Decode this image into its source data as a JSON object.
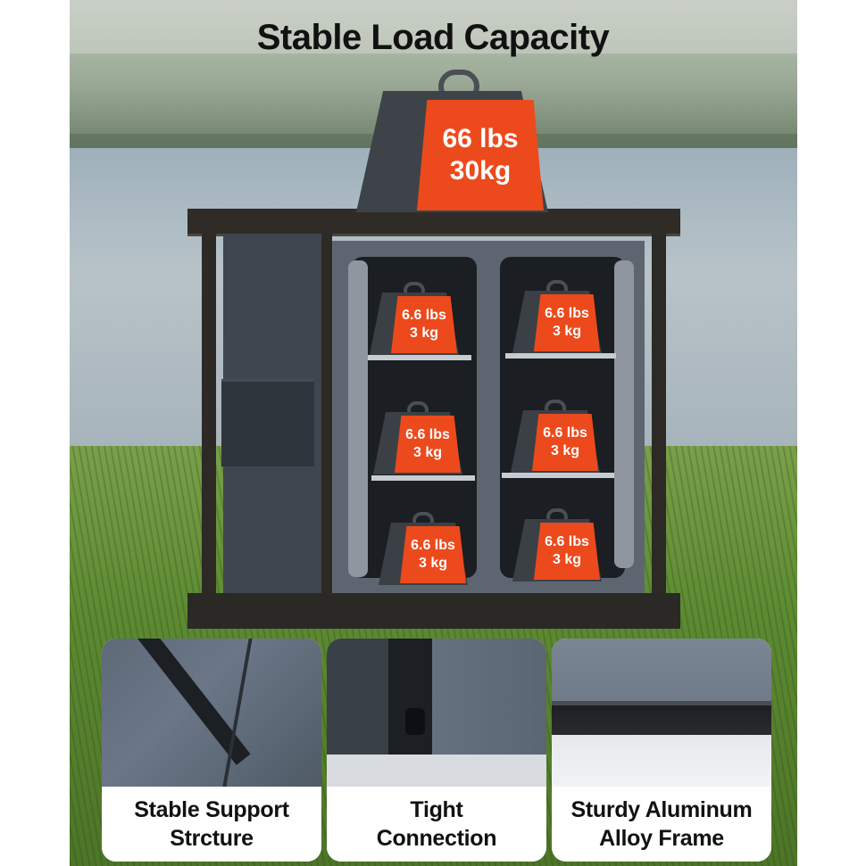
{
  "headline": "Stable Load Capacity",
  "main_weight": {
    "line1": "66 lbs",
    "line2": "30kg"
  },
  "shelf_weights": [
    {
      "line1": "6.6 lbs",
      "line2": "3 kg"
    },
    {
      "line1": "6.6 lbs",
      "line2": "3 kg"
    },
    {
      "line1": "6.6 lbs",
      "line2": "3 kg"
    },
    {
      "line1": "6.6 lbs",
      "line2": "3 kg"
    },
    {
      "line1": "6.6 lbs",
      "line2": "3 kg"
    },
    {
      "line1": "6.6 lbs",
      "line2": "3 kg"
    }
  ],
  "features": [
    {
      "line1": "Stable Support",
      "line2": "Strcture"
    },
    {
      "line1": "Tight",
      "line2": "Connection"
    },
    {
      "line1": "Sturdy Aluminum",
      "line2": "Alloy Frame"
    }
  ],
  "colors": {
    "accent": "#ec4a1d",
    "frame": "#2f2c28",
    "fabric": "#3f4650"
  }
}
